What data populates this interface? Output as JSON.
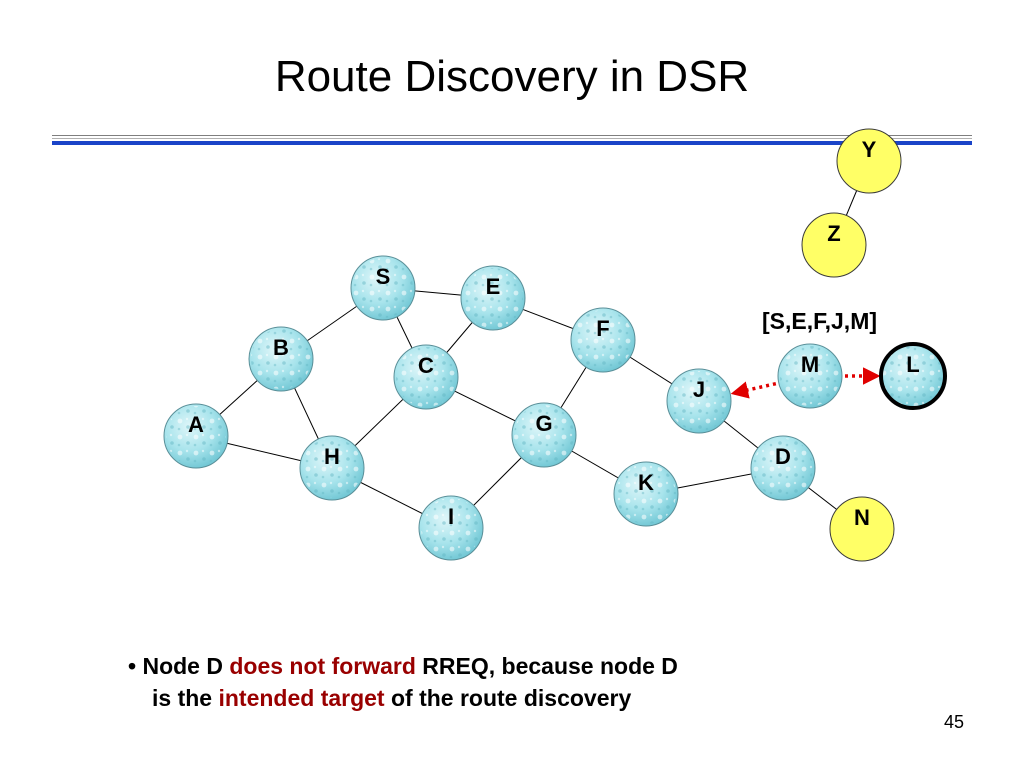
{
  "slide": {
    "title": "Route Discovery in DSR",
    "page_number": "45"
  },
  "diagram": {
    "nodes": [
      {
        "id": "S",
        "label": "S",
        "style": "mobile"
      },
      {
        "id": "E",
        "label": "E",
        "style": "mobile"
      },
      {
        "id": "F",
        "label": "F",
        "style": "mobile"
      },
      {
        "id": "B",
        "label": "B",
        "style": "mobile"
      },
      {
        "id": "C",
        "label": "C",
        "style": "mobile"
      },
      {
        "id": "J",
        "label": "J",
        "style": "mobile"
      },
      {
        "id": "M",
        "label": "M",
        "style": "mobile"
      },
      {
        "id": "L",
        "label": "L",
        "style": "mobile-highlighted"
      },
      {
        "id": "A",
        "label": "A",
        "style": "mobile"
      },
      {
        "id": "G",
        "label": "G",
        "style": "mobile"
      },
      {
        "id": "H",
        "label": "H",
        "style": "mobile"
      },
      {
        "id": "D",
        "label": "D",
        "style": "mobile"
      },
      {
        "id": "K",
        "label": "K",
        "style": "mobile"
      },
      {
        "id": "I",
        "label": "I",
        "style": "mobile"
      },
      {
        "id": "N",
        "label": "N",
        "style": "yellow"
      },
      {
        "id": "Y",
        "label": "Y",
        "style": "yellow"
      },
      {
        "id": "Z",
        "label": "Z",
        "style": "yellow"
      }
    ],
    "edges": [
      [
        "S",
        "E"
      ],
      [
        "S",
        "B"
      ],
      [
        "S",
        "C"
      ],
      [
        "E",
        "C"
      ],
      [
        "E",
        "F"
      ],
      [
        "F",
        "J"
      ],
      [
        "F",
        "G"
      ],
      [
        "B",
        "A"
      ],
      [
        "B",
        "H"
      ],
      [
        "A",
        "H"
      ],
      [
        "C",
        "H"
      ],
      [
        "C",
        "G"
      ],
      [
        "J",
        "D"
      ],
      [
        "G",
        "K"
      ],
      [
        "K",
        "D"
      ],
      [
        "D",
        "N"
      ],
      [
        "H",
        "I"
      ],
      [
        "I",
        "G"
      ],
      [
        "Y",
        "Z"
      ]
    ],
    "rreq_arrows": [
      {
        "from": "M",
        "to": "J",
        "color": "#e00000",
        "style": "dotted"
      },
      {
        "from": "M",
        "to": "L",
        "color": "#e00000",
        "style": "dotted"
      }
    ],
    "route_record_label": "[S,E,F,J,M]"
  },
  "bullet": {
    "marker": "•",
    "part1": "Node D",
    "highlight1": "does not forward",
    "part2": "RREQ, because node D",
    "part3": "is the",
    "highlight2": "intended target",
    "part4": "of the route discovery"
  },
  "colors": {
    "accent_blue": "#1a44c8",
    "highlight_red": "#990000",
    "arrow_red": "#e00000",
    "yellow_node": "#ffff66",
    "mobile_node": "#a8e4ec"
  },
  "icons": {
    "mobile_node": "textured-circle-icon",
    "yellow_node": "plain-circle-icon"
  }
}
